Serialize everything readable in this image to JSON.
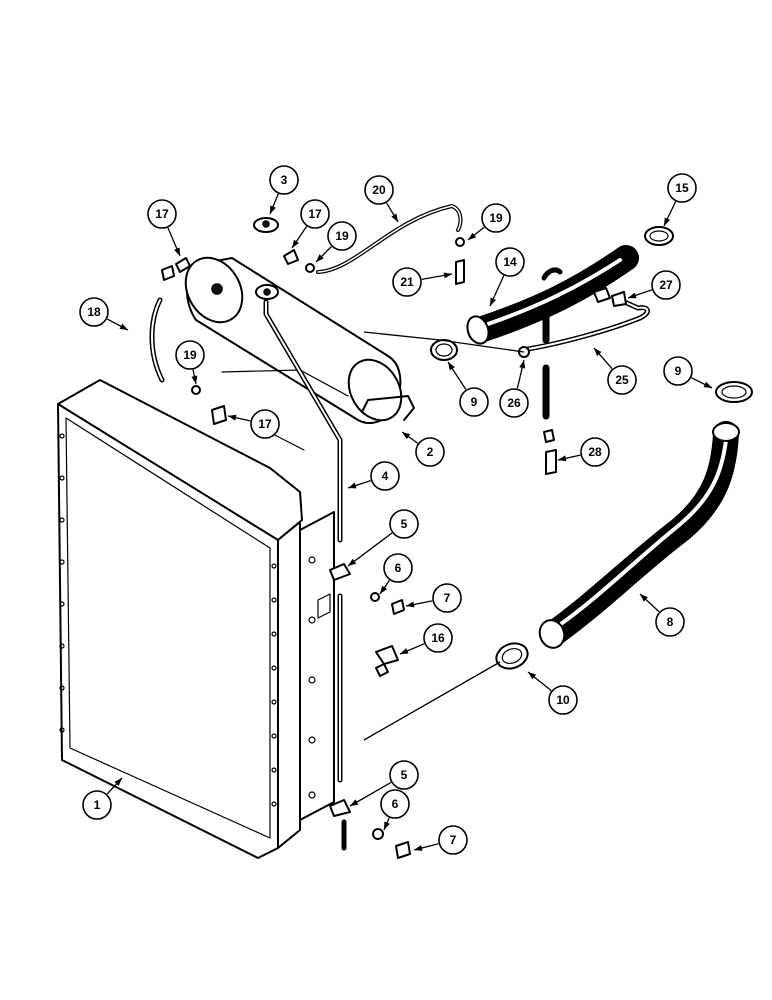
{
  "callouts": [
    {
      "label": "1"
    },
    {
      "label": "2"
    },
    {
      "label": "3"
    },
    {
      "label": "4"
    },
    {
      "label": "5"
    },
    {
      "label": "5"
    },
    {
      "label": "6"
    },
    {
      "label": "6"
    },
    {
      "label": "7"
    },
    {
      "label": "7"
    },
    {
      "label": "8"
    },
    {
      "label": "9"
    },
    {
      "label": "9"
    },
    {
      "label": "10"
    },
    {
      "label": "14"
    },
    {
      "label": "15"
    },
    {
      "label": "16"
    },
    {
      "label": "17"
    },
    {
      "label": "17"
    },
    {
      "label": "17"
    },
    {
      "label": "18"
    },
    {
      "label": "19"
    },
    {
      "label": "19"
    },
    {
      "label": "19"
    },
    {
      "label": "20"
    },
    {
      "label": "21"
    },
    {
      "label": "25"
    },
    {
      "label": "26"
    },
    {
      "label": "27"
    },
    {
      "label": "28"
    }
  ]
}
